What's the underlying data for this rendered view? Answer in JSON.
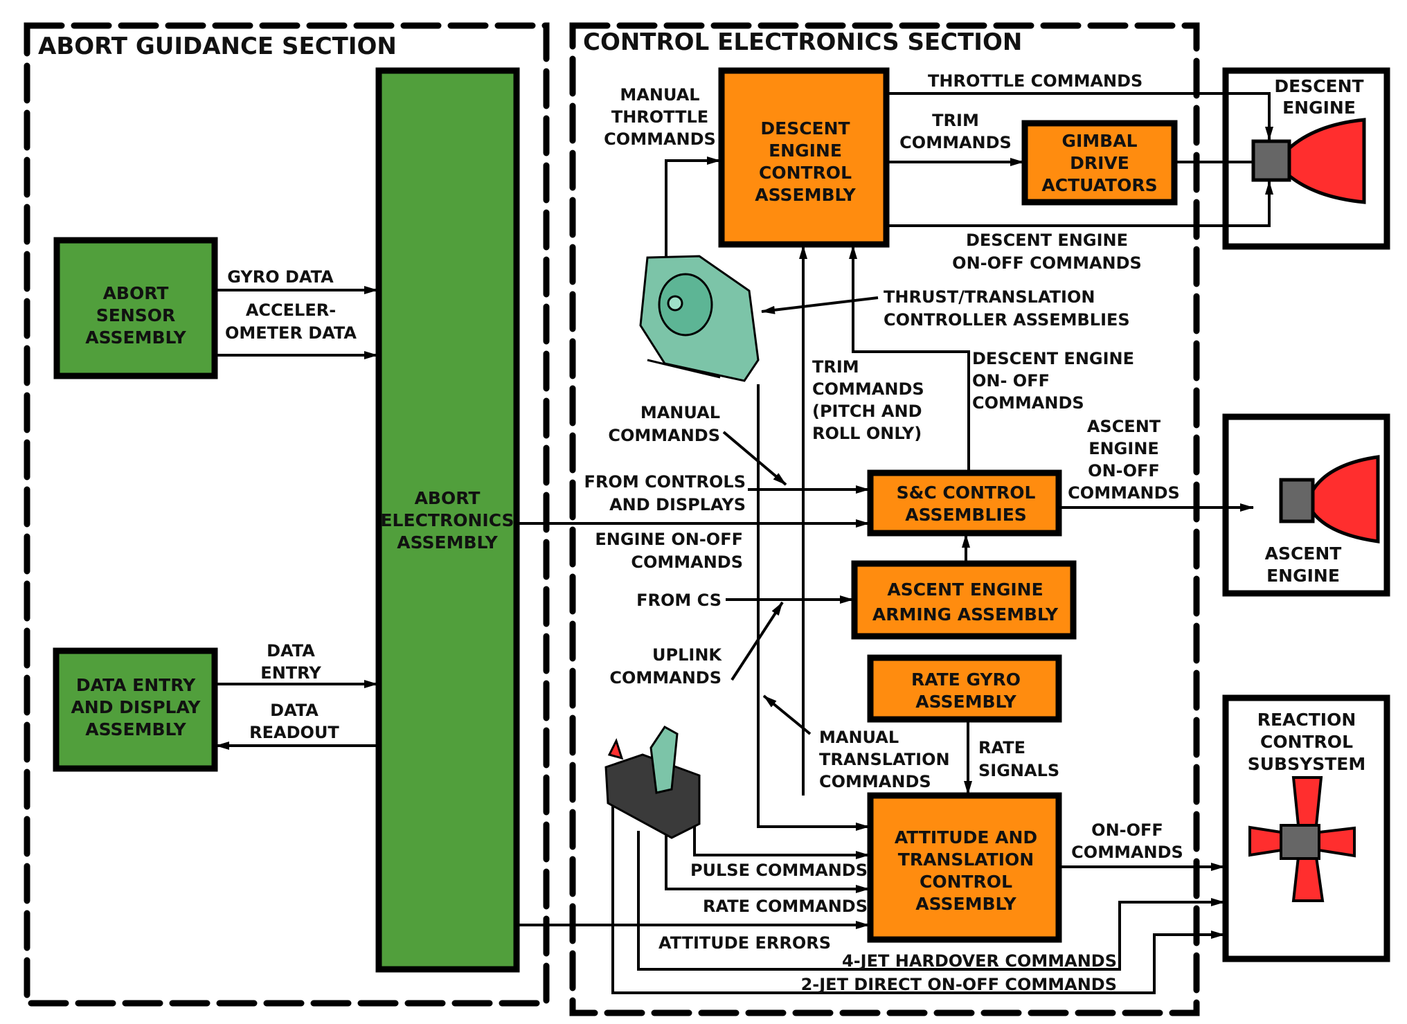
{
  "colors": {
    "green_block": "#519F3C",
    "orange_block": "#FF8C0F",
    "nozzle_red": "#FF2E2E",
    "engine_grey": "#666666",
    "controller_teal": "#7CC4A8"
  },
  "sections": {
    "abort_guidance": "ABORT GUIDANCE SECTION",
    "control_electronics": "CONTROL ELECTRONICS SECTION"
  },
  "blocks": {
    "abort_sensor": [
      "ABORT",
      "SENSOR",
      "ASSEMBLY"
    ],
    "abort_electronics": [
      "ABORT",
      "ELECTRONICS",
      "ASSEMBLY"
    ],
    "data_entry_display": [
      "DATA  ENTRY",
      "AND  DISPLAY",
      "ASSEMBLY"
    ],
    "descent_engine_control": [
      "DESCENT",
      "ENGINE",
      "CONTROL",
      "ASSEMBLY"
    ],
    "gimbal_drive": [
      "GIMBAL",
      "DRIVE",
      "ACTUATORS"
    ],
    "sc_control": [
      "S&C  CONTROL",
      "ASSEMBLIES"
    ],
    "ascent_arming": [
      "ASCENT  ENGINE",
      "ARMING  ASSEMBLY"
    ],
    "rate_gyro": [
      "RATE  GYRO",
      "ASSEMBLY"
    ],
    "attitude_translation": [
      "ATTITUDE  AND",
      "TRANSLATION",
      "CONTROL",
      "ASSEMBLY"
    ],
    "descent_engine": [
      "DESCENT",
      "ENGINE"
    ],
    "ascent_engine": [
      "ASCENT",
      "ENGINE"
    ],
    "reaction_control": [
      "REACTION",
      "CONTROL",
      "SUBSYSTEM"
    ]
  },
  "signals": {
    "gyro_data": [
      "GYRO  DATA"
    ],
    "accelerometer_data": [
      "ACCELER-",
      "OMETER  DATA"
    ],
    "data_entry": [
      "DATA",
      "ENTRY"
    ],
    "data_readout": [
      "DATA",
      "READOUT"
    ],
    "manual_throttle": [
      "MANUAL",
      "THROTTLE",
      "COMMANDS"
    ],
    "throttle_commands": [
      "THROTTLE  COMMANDS"
    ],
    "trim_commands": [
      "TRIM",
      "COMMANDS"
    ],
    "descent_onoff_top": [
      "DESCENT  ENGINE",
      "ON-OFF  COMMANDS"
    ],
    "thrust_translation": [
      "THRUST/TRANSLATION",
      "CONTROLLER  ASSEMBLIES"
    ],
    "trim_pitch_roll": [
      "TRIM",
      "COMMANDS",
      "(PITCH  AND",
      "ROLL  ONLY)"
    ],
    "descent_onoff_mid": [
      "DESCENT  ENGINE",
      "ON- OFF",
      "COMMANDS"
    ],
    "ascent_onoff": [
      "ASCENT",
      "ENGINE",
      "ON-OFF",
      "COMMANDS"
    ],
    "manual_commands": [
      "MANUAL",
      "COMMANDS"
    ],
    "from_controls": [
      "FROM  CONTROLS",
      "AND  DISPLAYS"
    ],
    "engine_onoff": [
      "ENGINE  ON-OFF",
      "COMMANDS"
    ],
    "from_cs": [
      "FROM  CS"
    ],
    "uplink": [
      "UPLINK",
      "COMMANDS"
    ],
    "manual_translation": [
      "MANUAL",
      "TRANSLATION",
      "COMMANDS"
    ],
    "rate_signals": [
      "RATE",
      "SIGNALS"
    ],
    "pulse_commands": [
      "PULSE  COMMANDS"
    ],
    "rate_commands": [
      "RATE  COMMANDS"
    ],
    "attitude_errors": [
      "ATTITUDE  ERRORS"
    ],
    "rcs_onoff": [
      "ON-OFF",
      "COMMANDS"
    ],
    "four_jet": [
      "4-JET  HARDOVER  COMMANDS"
    ],
    "two_jet": [
      "2-JET  DIRECT  ON-OFF  COMMANDS"
    ]
  }
}
